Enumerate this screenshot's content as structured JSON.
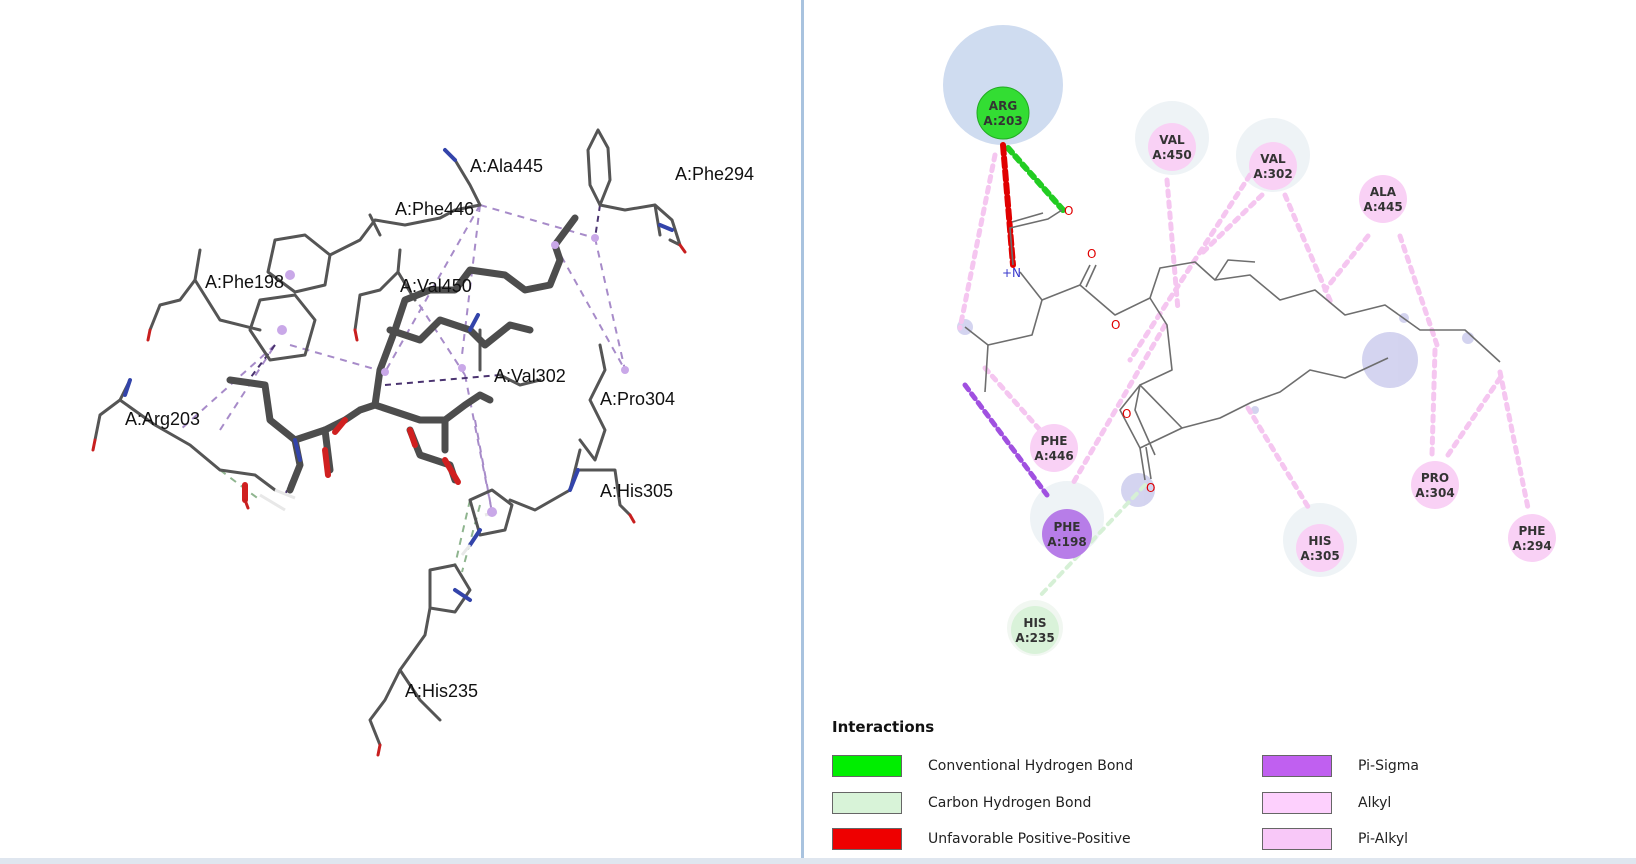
{
  "view3d": {
    "labels": [
      {
        "id": "ala445",
        "text": "A:Ala445"
      },
      {
        "id": "phe446",
        "text": "A:Phe446"
      },
      {
        "id": "phe294",
        "text": "A:Phe294"
      },
      {
        "id": "phe198",
        "text": "A:Phe198"
      },
      {
        "id": "val450",
        "text": "A:Val450"
      },
      {
        "id": "val302",
        "text": "A:Val302"
      },
      {
        "id": "pro304",
        "text": "A:Pro304"
      },
      {
        "id": "arg203",
        "text": "A:Arg203"
      },
      {
        "id": "his305",
        "text": "A:His305"
      },
      {
        "id": "his235",
        "text": "A:His235"
      }
    ]
  },
  "diagram2d": {
    "residues": [
      {
        "id": "arg203",
        "name": "ARG",
        "pos": "A:203",
        "type": "conventional-hbond"
      },
      {
        "id": "val450",
        "name": "VAL",
        "pos": "A:450",
        "type": "alkyl"
      },
      {
        "id": "val302",
        "name": "VAL",
        "pos": "A:302",
        "type": "alkyl"
      },
      {
        "id": "ala445",
        "name": "ALA",
        "pos": "A:445",
        "type": "alkyl"
      },
      {
        "id": "phe446",
        "name": "PHE",
        "pos": "A:446",
        "type": "pi-alkyl"
      },
      {
        "id": "phe198",
        "name": "PHE",
        "pos": "A:198",
        "type": "pi-sigma"
      },
      {
        "id": "his235",
        "name": "HIS",
        "pos": "A:235",
        "type": "carbon-hbond"
      },
      {
        "id": "his305",
        "name": "HIS",
        "pos": "A:305",
        "type": "pi-alkyl"
      },
      {
        "id": "pro304",
        "name": "PRO",
        "pos": "A:304",
        "type": "alkyl"
      },
      {
        "id": "phe294",
        "name": "PHE",
        "pos": "A:294",
        "type": "pi-alkyl"
      }
    ],
    "atoms": [
      {
        "id": "o1",
        "text": "O"
      },
      {
        "id": "n1",
        "text": "+N"
      },
      {
        "id": "o2",
        "text": "O"
      },
      {
        "id": "o3",
        "text": "O"
      },
      {
        "id": "o4",
        "text": "O"
      },
      {
        "id": "o5",
        "text": "O"
      }
    ]
  },
  "legend": {
    "title": "Interactions",
    "items": [
      {
        "label": "Conventional Hydrogen Bond",
        "color": "#00ee00"
      },
      {
        "label": "Carbon Hydrogen Bond",
        "color": "#d8f3d8"
      },
      {
        "label": "Unfavorable Positive-Positive",
        "color": "#ee0000"
      },
      {
        "label": "Pi-Sigma",
        "color": "#c060f0"
      },
      {
        "label": "Alkyl",
        "color": "#fdd0fd"
      },
      {
        "label": "Pi-Alkyl",
        "color": "#f8c8f8"
      }
    ]
  },
  "colors": {
    "conventional-hbond": "#33d633",
    "carbon-hbond": "#d9f2d9",
    "unfavorable": "#e60000",
    "pi-sigma": "#b07ae0",
    "alkyl": "#f9d1f5",
    "pi-alkyl": "#f9d1f5"
  }
}
